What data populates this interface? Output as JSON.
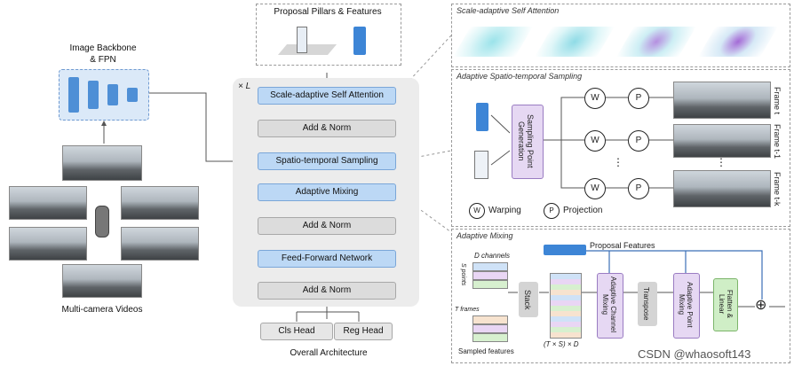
{
  "left": {
    "backbone_title": "Image Backbone\n& FPN",
    "videos_label": "Multi-camera Videos"
  },
  "center": {
    "proposal_title": "Proposal Pillars & Features",
    "repeat_label": "× L",
    "blocks": [
      "Scale-adaptive Self Attention",
      "Add & Norm",
      "Spatio-temporal Sampling",
      "Adaptive Mixing",
      "Add & Norm",
      "Feed-Forward Network",
      "Add & Norm"
    ],
    "cls_head": "Cls Head",
    "reg_head": "Reg Head",
    "caption": "Overall Architecture"
  },
  "right": {
    "ssa_title": "Scale-adaptive Self Attention",
    "ast_title": "Adaptive Spatio-temporal Sampling",
    "sampling_box": "Sampling Point Generation",
    "w": "W",
    "p": "P",
    "dots": "⋮",
    "frames": [
      "Frame t",
      "Frame t-1",
      "Frame t-k"
    ],
    "legend_w": "Warping",
    "legend_p": "Projection",
    "am_title": "Adaptive Mixing",
    "proposal_features": "Proposal Features",
    "d_channels": "D channels",
    "s_points": "S points",
    "t_frames": "T frames",
    "sampled_features": "Sampled features",
    "txs": "(T × S) × D",
    "stack": "Stack",
    "acm": "Adaptive Channel Mixing",
    "transpose": "Transpose",
    "apm": "Adaptive Point Mixing",
    "flatten": "Flatten & Linear",
    "plus": "⊕"
  },
  "watermark": "CSDN @whaosoft143"
}
